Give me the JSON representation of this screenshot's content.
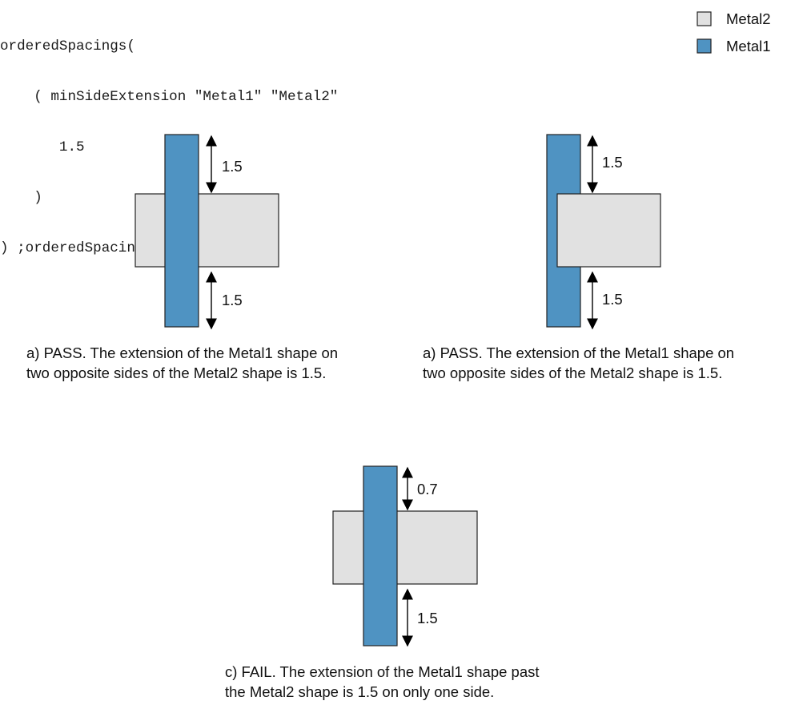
{
  "code": {
    "lines": [
      "orderedSpacings(",
      "    ( minSideExtension \"Metal1\" \"Metal2\"",
      "       1.5",
      "    )",
      ") ;orderedSpacings"
    ]
  },
  "legend": {
    "items": [
      {
        "label": "Metal2",
        "color": "#e1e1e1"
      },
      {
        "label": "Metal1",
        "color": "#4f93c2"
      }
    ]
  },
  "colors": {
    "metal1": "#4f93c2",
    "metal2": "#e1e1e1",
    "outline": "#222222"
  },
  "figures": [
    {
      "id": "a1",
      "top_dim": "1.5",
      "bottom_dim": "1.5",
      "caption": [
        "a) PASS. The extension of the Metal1 shape on",
        "two opposite sides of the Metal2 shape is 1.5."
      ]
    },
    {
      "id": "a2",
      "top_dim": "1.5",
      "bottom_dim": "1.5",
      "caption": [
        "a) PASS. The extension of the Metal1 shape on",
        "two opposite sides of the Metal2 shape is 1.5."
      ]
    },
    {
      "id": "c",
      "top_dim": "0.7",
      "bottom_dim": "1.5",
      "caption": [
        "c) FAIL. The extension of the Metal1 shape past",
        "the Metal2 shape is 1.5 on only one side."
      ]
    }
  ]
}
